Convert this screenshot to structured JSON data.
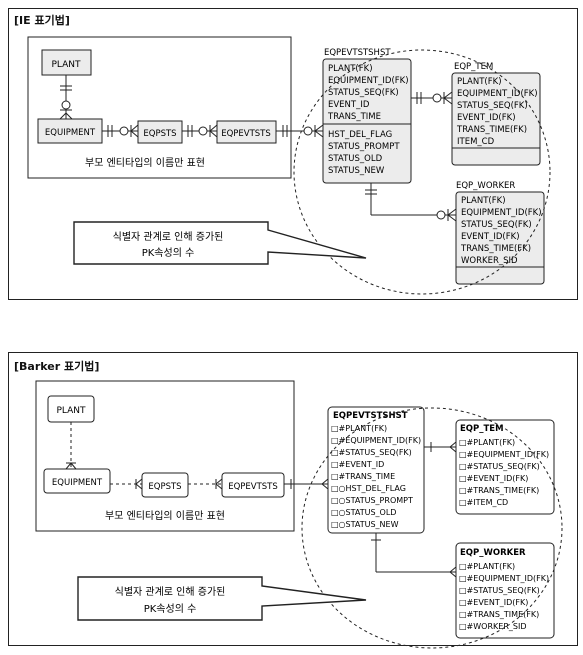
{
  "ie": {
    "title": "[IE 표기법]",
    "plant": "PLANT",
    "equipment": "EQUIPMENT",
    "eqpsts": "EQPSTS",
    "eqpevtsts": "EQPEVTSTS",
    "parent_caption": "부모 엔티타입의 이름만 표현",
    "hist": {
      "name": "EQPEVTSTSHST",
      "pk": [
        "PLANT(FK)",
        "EQUIPMENT_ID(FK)",
        "STATUS_SEQ(FK)",
        "EVENT_ID",
        "TRANS_TIME"
      ],
      "attrs": [
        "HST_DEL_FLAG",
        "STATUS_PROMPT",
        "STATUS_OLD",
        "STATUS_NEW"
      ]
    },
    "tem": {
      "name": "EQP_TEM",
      "pk": [
        "PLANT(FK)",
        "EQUIPMENT_ID(FK)",
        "STATUS_SEQ(FK)",
        "EVENT_ID(FK)",
        "TRANS_TIME(FK)",
        "ITEM_CD"
      ]
    },
    "worker": {
      "name": "EQP_WORKER",
      "pk": [
        "PLANT(FK)",
        "EQUIPMENT_ID(FK)",
        "STATUS_SEQ(FK)",
        "EVENT_ID(FK)",
        "TRANS_TIME(FK)",
        "WORKER_SID"
      ]
    },
    "callout": [
      "식별자 관계로 인해 증가된",
      "PK속성의 수"
    ]
  },
  "barker": {
    "title": "[Barker 표기법]",
    "plant": "PLANT",
    "equipment": "EQUIPMENT",
    "eqpsts": "EQPSTS",
    "eqpevtsts": "EQPEVTSTS",
    "parent_caption": "부모 엔티타입의 이름만 표현",
    "hist": {
      "name": "EQPEVTSTSHST",
      "attrs": [
        "□#PLANT(FK)",
        "□#EQUIPMENT_ID(FK)",
        "□#STATUS_SEQ(FK)",
        "□#EVENT_ID",
        "□#TRANS_TIME",
        "□○HST_DEL_FLAG",
        "□○STATUS_PROMPT",
        "□○STATUS_OLD",
        "□○STATUS_NEW"
      ]
    },
    "tem": {
      "name": "EQP_TEM",
      "attrs": [
        "□#PLANT(FK)",
        "□#EQUIPMENT_ID(FK)",
        "□#STATUS_SEQ(FK)",
        "□#EVENT_ID(FK)",
        "□#TRANS_TIME(FK)",
        "□#ITEM_CD"
      ]
    },
    "worker": {
      "name": "EQP_WORKER",
      "attrs": [
        "□#PLANT(FK)",
        "□#EQUIPMENT_ID(FK)",
        "□#STATUS_SEQ(FK)",
        "□#EVENT_ID(FK)",
        "□#TRANS_TIME(FK)",
        "□#WORKER_SID"
      ]
    },
    "callout": [
      "식별자 관계로 인해 증가된",
      "PK속성의 수"
    ]
  }
}
